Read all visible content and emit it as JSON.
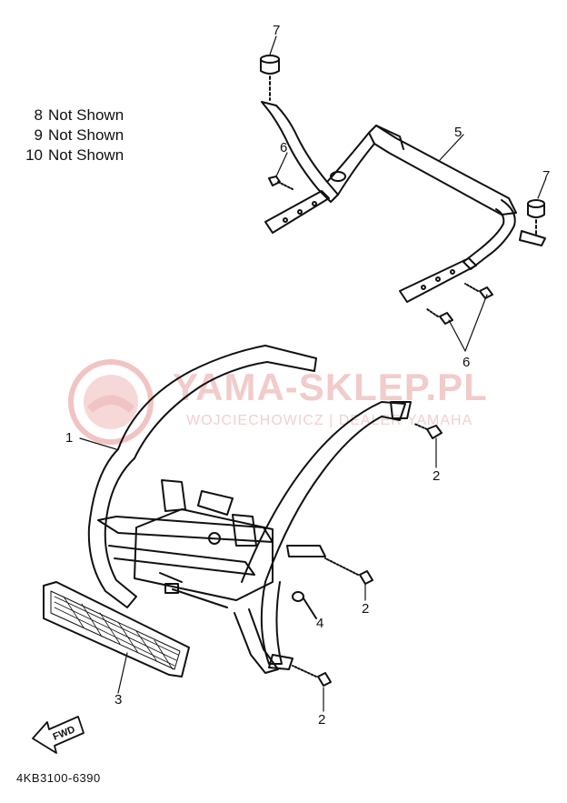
{
  "not_shown": [
    {
      "num": "8",
      "text": "Not Shown"
    },
    {
      "num": "9",
      "text": "Not Shown"
    },
    {
      "num": "10",
      "text": "Not Shown"
    }
  ],
  "callouts": {
    "c1": "1",
    "c2a": "2",
    "c2b": "2",
    "c2c": "2",
    "c3": "3",
    "c4": "4",
    "c5": "5",
    "c6a": "6",
    "c6b": "6",
    "c7a": "7",
    "c7b": "7"
  },
  "watermark": {
    "main": "YAMA-SKLEP.PL",
    "sub": "WOJCIECHOWICZ | DEALER YAMAHA"
  },
  "fwd_label": "FWD",
  "diagram_code": "4KB3100-6390",
  "colors": {
    "ink": "#111111",
    "watermark": "#e8a5a5"
  }
}
